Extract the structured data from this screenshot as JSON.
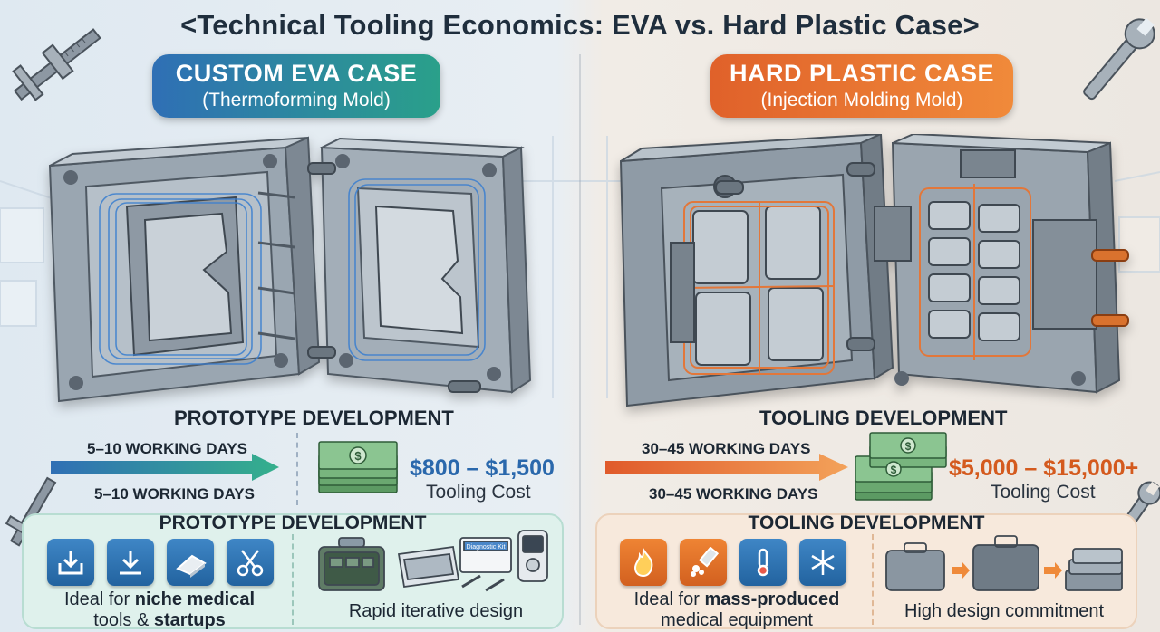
{
  "title": "<Technical Tooling Economics: EVA vs. Hard Plastic Case>",
  "eva": {
    "badge_title": "CUSTOM EVA CASE",
    "badge_subtitle": "(Thermoforming Mold)",
    "section_title": "PROTOTYPE DEVELOPMENT",
    "days_top": "5–10 WORKING DAYS",
    "days_bottom": "5–10 WORKING DAYS",
    "price": "$800 – $1,500",
    "tooling_cost": "Tooling Cost",
    "panel_title": "PROTOTYPE DEVELOPMENT",
    "icons": [
      "inbox-download-icon",
      "download-icon",
      "foam-pad-icon",
      "scissors-icon"
    ],
    "caption_left_prefix": "Ideal for ",
    "caption_left_bold": "niche medical",
    "caption_left_line2_plain": "tools & ",
    "caption_left_line2_bold": "startups",
    "caption_right": "Rapid iterative design",
    "device_label": "Diagnostic Kit",
    "accent_color": "#2f6fb5"
  },
  "hard": {
    "badge_title": "HARD PLASTIC CASE",
    "badge_subtitle": "(Injection Molding Mold)",
    "section_title": "TOOLING DEVELOPMENT",
    "days_top": "30–45 WORKING DAYS",
    "days_bottom": "30–45 WORKING DAYS",
    "price": "$5,000 – $15,000+",
    "tooling_cost": "Tooling Cost",
    "panel_title": "TOOLING DEVELOPMENT",
    "icons": [
      "flame-icon",
      "nozzle-icon",
      "thermometer-icon",
      "snowflake-icon"
    ],
    "caption_left_prefix": "Ideal for ",
    "caption_left_bold": "mass-produced",
    "caption_left_line2": "medical equipment",
    "caption_right": "High design commitment",
    "accent_color": "#e0612a"
  }
}
